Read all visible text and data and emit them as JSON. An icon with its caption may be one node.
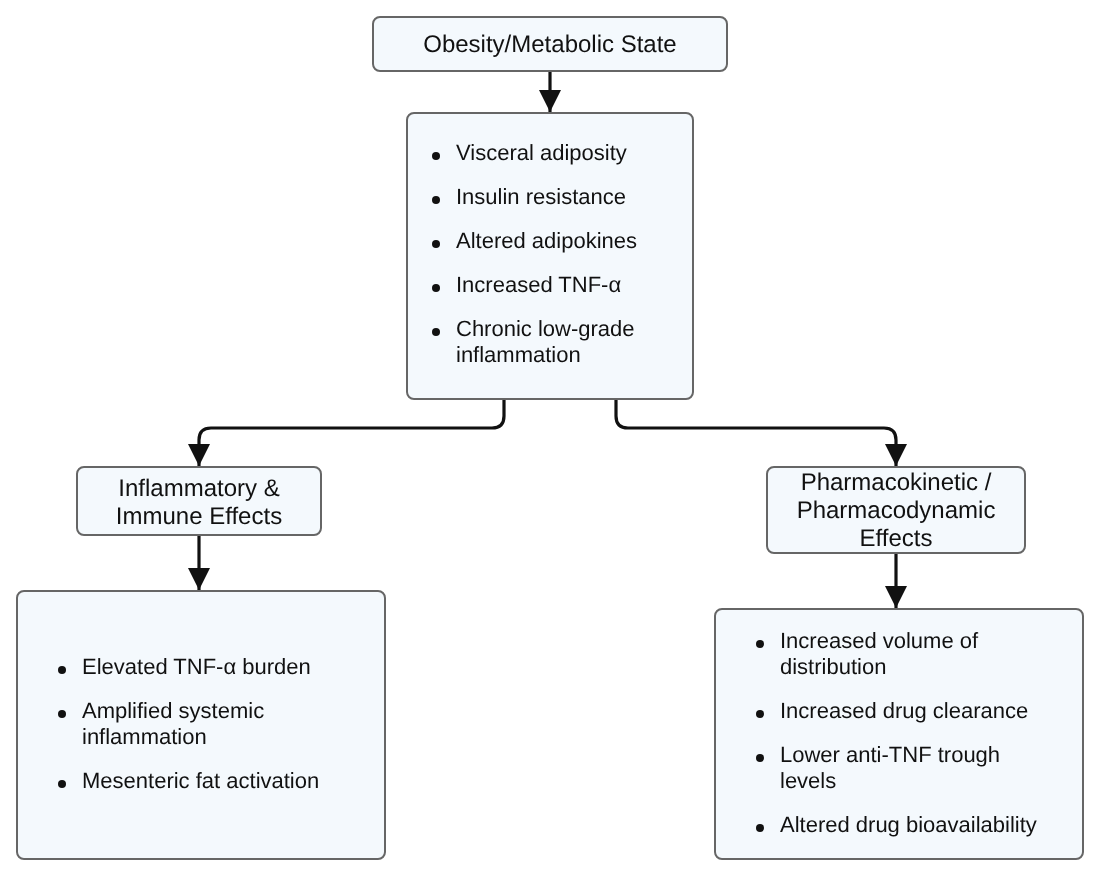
{
  "diagram": {
    "nodes": [
      {
        "text": [
          "Obesity/Metabolic State"
        ]
      },
      {
        "text": [
          "Visceral adiposity",
          "Insulin resistance",
          "Altered adipokines",
          "Increased TNF-α",
          "Chronic low-grade inflammation"
        ]
      },
      {
        "text": [
          "Inflammatory & Immune Effects"
        ]
      },
      {
        "text": [
          "Pharmacokinetic / Pharmacodynamic Effects"
        ]
      },
      {
        "text": [
          "Elevated TNF-α burden",
          "Amplified systemic inflammation",
          "Mesenteric fat activation"
        ]
      },
      {
        "text": [
          "Increased volume of distribution",
          "Increased drug clearance",
          "Lower anti-TNF trough levels",
          "Altered drug bioavailability"
        ]
      }
    ],
    "edges": [
      {
        "from": 0,
        "to": 1,
        "arrow": "to"
      },
      {
        "from": 1,
        "to": 2,
        "arrow": "to"
      },
      {
        "from": 1,
        "to": 3,
        "arrow": "to"
      },
      {
        "from": 2,
        "to": 4,
        "arrow": "to"
      },
      {
        "from": 3,
        "to": 5,
        "arrow": "to"
      }
    ]
  }
}
